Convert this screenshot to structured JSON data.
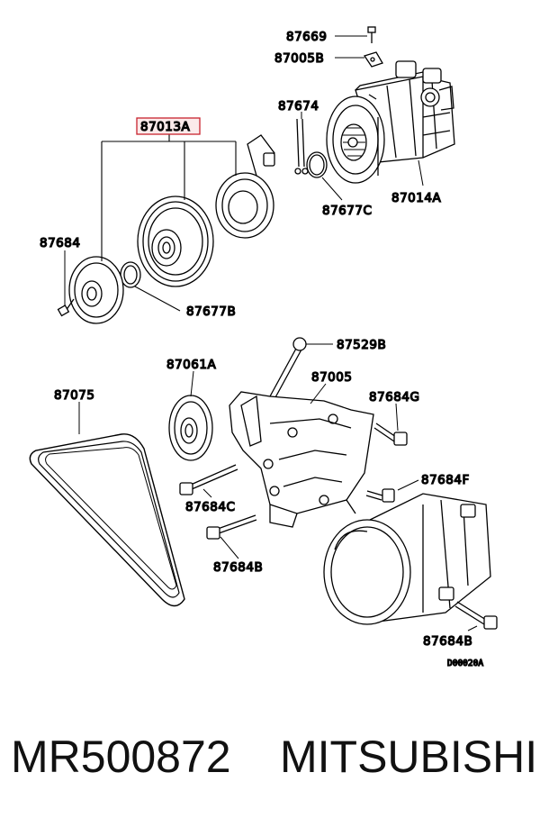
{
  "labels": {
    "l87669": "87669",
    "l87005B": "87005B",
    "l87674": "87674",
    "l87013A": "87013A",
    "l87677C": "87677C",
    "l87014A": "87014A",
    "l87684": "87684",
    "l87677B": "87677B",
    "l87529B": "87529B",
    "l87061A": "87061A",
    "l87005": "87005",
    "l87075": "87075",
    "l87684G": "87684G",
    "l87684C": "87684C",
    "l87684F": "87684F",
    "l87684B_1": "87684B",
    "l87684B_2": "87684B",
    "drawing_code": "D00020A"
  },
  "highlight_color": "#c8242e",
  "footer": {
    "part_number": "MR500872",
    "brand": "MITSUBISHI"
  }
}
